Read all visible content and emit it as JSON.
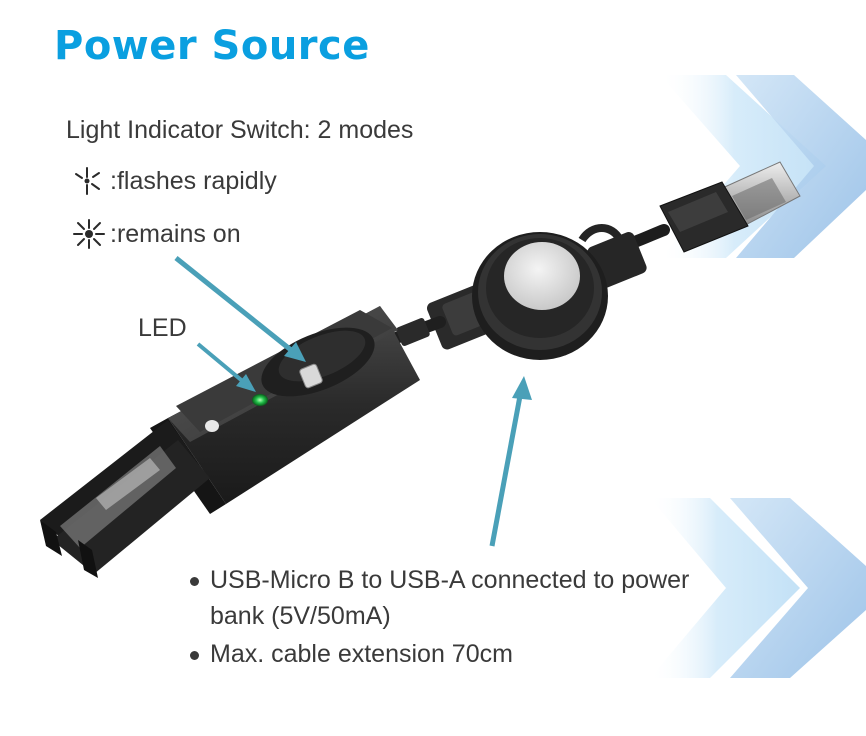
{
  "title": "Power Source",
  "switch": {
    "heading": "Light Indicator Switch: 2 modes",
    "modes": [
      {
        "icon": "flash-icon",
        "label": ":flashes rapidly"
      },
      {
        "icon": "light-on-icon",
        "label": ":remains on"
      }
    ]
  },
  "led_label": "LED",
  "bullets": [
    "USB-Micro B to USB-A connected to power bank (5V/50mA)",
    "Max. cable extension 70cm"
  ],
  "colors": {
    "title": "#0a9fe0",
    "pointer": "#4aa0b8",
    "chevron_light": "#cfe9f9",
    "chevron_dark": "#9ec6ea",
    "device_body": "#2b2b2b",
    "led": "#22c04a"
  }
}
